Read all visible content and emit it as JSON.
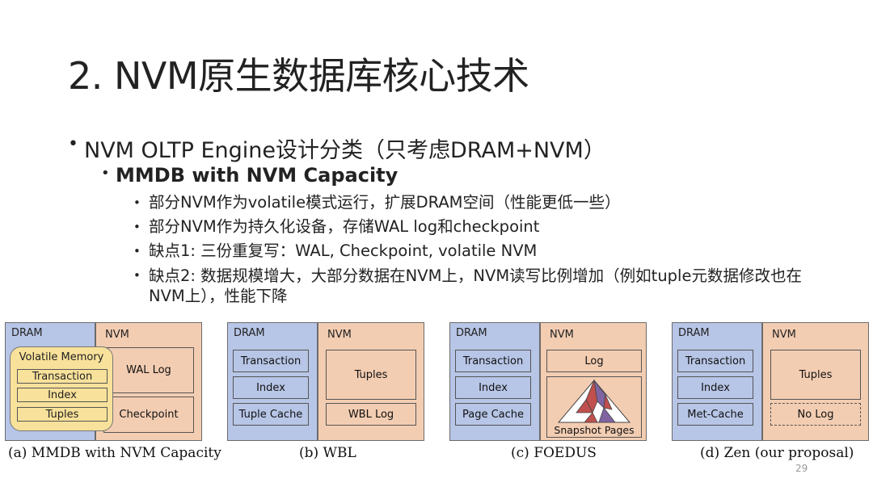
{
  "slide": {
    "title": "2. NVM原生数据库核心技术",
    "page_number": "29"
  },
  "bullets": {
    "level1": "NVM OLTP Engine设计分类（只考虑DRAM+NVM）",
    "level2": "MMDB with NVM Capacity",
    "level3": [
      "部分NVM作为volatile模式运行，扩展DRAM空间（性能更低一些）",
      "部分NVM作为持久化设备，存储WAL log和checkpoint",
      "缺点1: 三份重复写：WAL, Checkpoint, volatile NVM",
      "缺点2: 数据规模增大，大部分数据在NVM上，NVM读写比例增加（例如tuple元数据修改也在NVM上），性能下降"
    ],
    "bullet_glyph": "•"
  },
  "diagrams": [
    {
      "caption": "(a) MMDB with NVM Capacity",
      "dram_label": "DRAM",
      "nvm_label": "NVM",
      "volatile_memory": {
        "title": "Volatile Memory",
        "items": [
          "Transaction",
          "Index",
          "Tuples"
        ]
      },
      "nvm_boxes": [
        "WAL Log",
        "Checkpoint"
      ]
    },
    {
      "caption": "(b) WBL",
      "dram_label": "DRAM",
      "nvm_label": "NVM",
      "dram_boxes": [
        "Transaction",
        "Index",
        "Tuple Cache"
      ],
      "nvm_boxes": [
        "Tuples",
        "WBL Log"
      ]
    },
    {
      "caption": "(c) FOEDUS",
      "dram_label": "DRAM",
      "nvm_label": "NVM",
      "dram_boxes": [
        "Transaction",
        "Index",
        "Page Cache"
      ],
      "nvm_boxes": [
        "Log"
      ],
      "snapshot_label": "Snapshot Pages"
    },
    {
      "caption": "(d) Zen (our proposal)",
      "dram_label": "DRAM",
      "nvm_label": "NVM",
      "dram_boxes": [
        "Transaction",
        "Index",
        "Met-Cache"
      ],
      "nvm_boxes": [
        "Tuples",
        "No Log"
      ]
    }
  ],
  "colors": {
    "dram_fill": "#b7c5e6",
    "nvm_fill": "#f3cdb2",
    "volatile_fill": "#f8e19a",
    "snapshot_red": "#c0504d",
    "snapshot_purple": "#8064a2"
  }
}
